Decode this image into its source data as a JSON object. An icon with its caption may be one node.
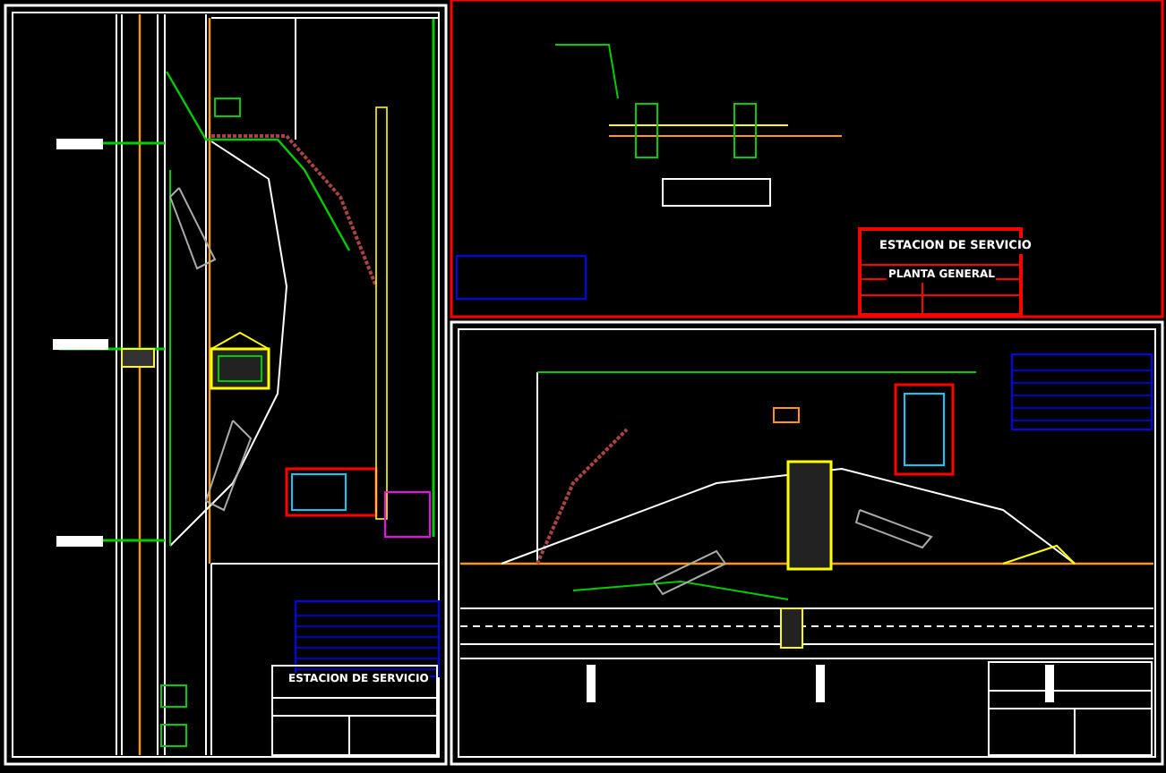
{
  "diagram": {
    "labels": [
      "ESTACION DE SERVICIO",
      "PLANTA GENERAL",
      "ESTACION DE SERVICIO"
    ]
  }
}
